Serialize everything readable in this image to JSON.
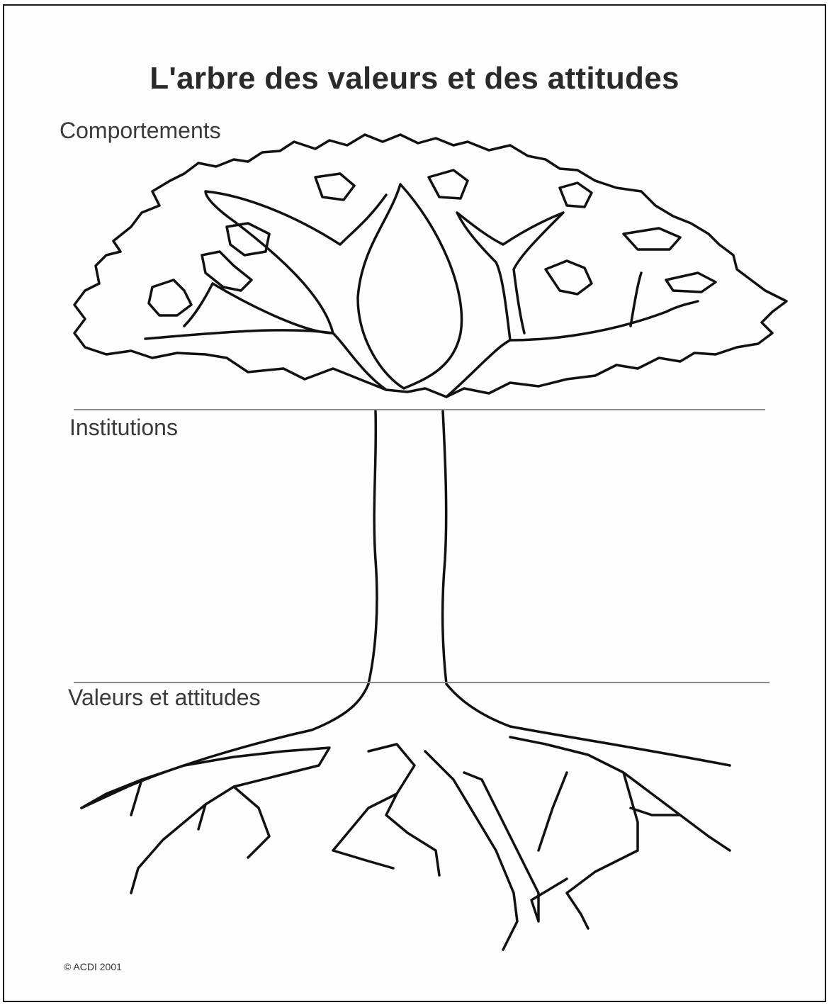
{
  "title": "L'arbre des valeurs et des attitudes",
  "sections": {
    "behaviours": "Comportements",
    "institutions": "Institutions",
    "values": "Valeurs et attitudes"
  },
  "copyright": "© ACDI 2001",
  "colors": {
    "ink": "#1a1a1a",
    "divider": "#8a8a8a",
    "background": "#ffffff"
  }
}
